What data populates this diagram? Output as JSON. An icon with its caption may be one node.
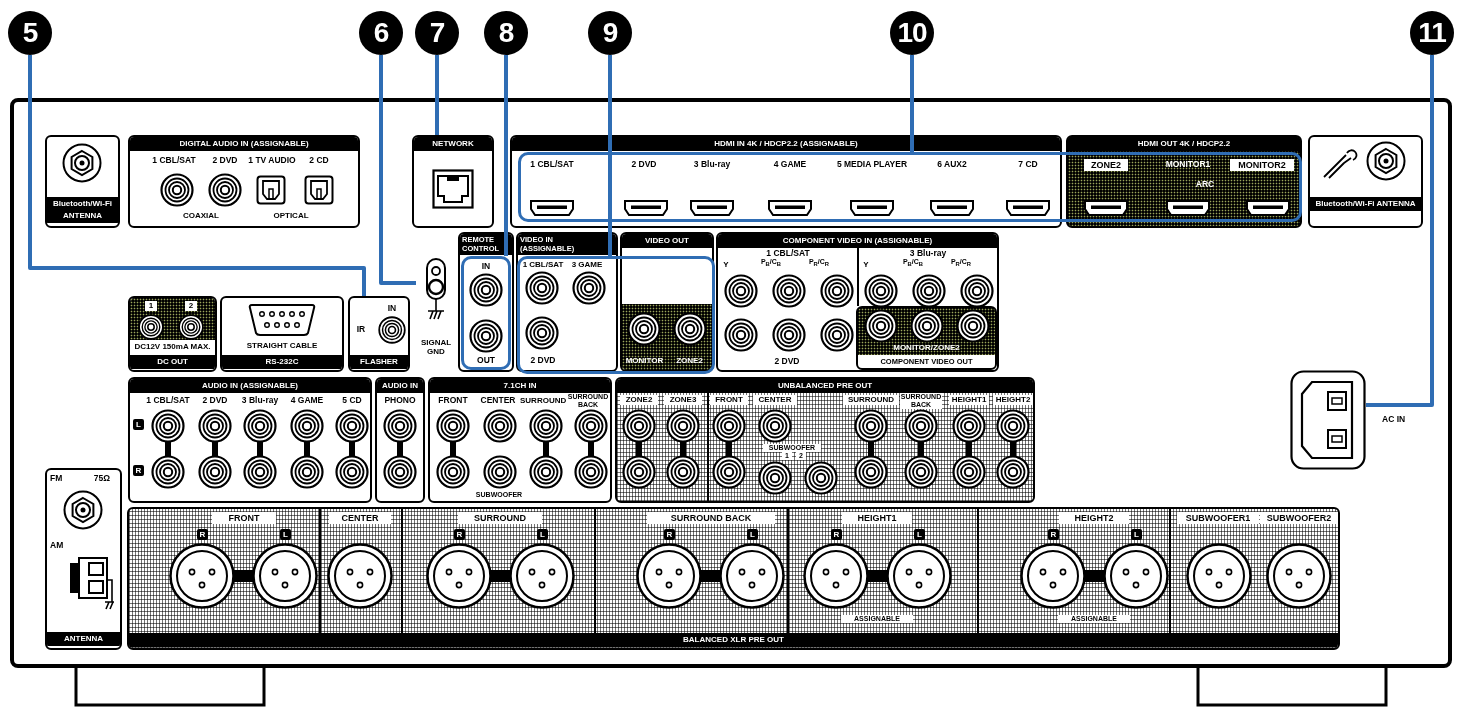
{
  "diagram": {
    "nodes": [
      {
        "text": [
          "5"
        ]
      },
      {
        "text": [
          "6"
        ]
      },
      {
        "text": [
          "7"
        ]
      },
      {
        "text": [
          "8"
        ]
      },
      {
        "text": [
          "9"
        ]
      },
      {
        "text": [
          "10"
        ]
      },
      {
        "text": [
          "11"
        ]
      },
      {
        "text": [
          "Bluetooth/Wi-Fi ANTENNA"
        ]
      },
      {
        "text": [
          "DIGITAL AUDIO IN (ASSIGNABLE)",
          "1 CBL/SAT",
          "2 DVD",
          "1 TV AUDIO",
          "2 CD",
          "COAXIAL",
          "OPTICAL"
        ]
      },
      {
        "text": [
          "NETWORK"
        ]
      },
      {
        "text": [
          "HDMI IN 4K / HDCP2.2 (ASSIGNABLE)",
          "1 CBL/SAT",
          "2 DVD",
          "3 Blu-ray",
          "4 GAME",
          "5 MEDIA PLAYER",
          "6 AUX2",
          "7 CD"
        ]
      },
      {
        "text": [
          "HDMI OUT 4K / HDCP2.2",
          "ZONE2",
          "MONITOR1",
          "MONITOR2",
          "ARC"
        ]
      },
      {
        "text": [],
        "shape": "box"
      },
      {
        "text": [
          "Bluetooth/Wi-Fi ANTENNA"
        ]
      },
      {
        "text": [
          "1",
          "2",
          "DC12V 150mA MAX.",
          "DC OUT"
        ]
      },
      {
        "text": [
          "STRAIGHT CABLE",
          "RS-232C"
        ]
      },
      {
        "text": [
          "IN",
          "IR",
          "FLASHER"
        ]
      },
      {
        "text": [
          "SIGNAL GND"
        ]
      },
      {
        "text": [
          "REMOTE CONTROL"
        ]
      },
      {
        "text": [
          "IN",
          "OUT"
        ],
        "in": 18
      },
      {
        "text": [
          "VIDEO IN (ASSIGNABLE)",
          "1 CBL/SAT",
          "3 GAME",
          "2 DVD"
        ]
      },
      {
        "text": [
          "VIDEO OUT",
          "MONITOR",
          "ZONE2"
        ]
      },
      {
        "text": [],
        "shape": "box"
      },
      {
        "text": [
          "COMPONENT VIDEO IN (ASSIGNABLE)",
          "1 CBL/SAT",
          "3 Blu-ray",
          "Y",
          "P$_{B}$/C$_{B}$",
          "P$_{R}$/C$_{R}$",
          "Y",
          "P$_{B}$/C$_{B}$",
          "P$_{R}$/C$_{R}$",
          "2 DVD"
        ]
      },
      {
        "text": [
          "MONITOR/ZONE2",
          "COMPONENT VIDEO OUT"
        ],
        "in": 23
      },
      {
        "text": [],
        "shape": "picture",
        "beside": [
          "AC IN"
        ]
      },
      {
        "text": [
          "AUDIO IN (ASSIGNABLE)",
          "1 CBL/SAT",
          "2 DVD",
          "3 Blu-ray",
          "4 GAME",
          "5 CD",
          "L",
          "R"
        ]
      },
      {
        "text": [
          "AUDIO IN",
          "PHONO"
        ]
      },
      {
        "text": [
          "7.1CH IN",
          "FRONT",
          "CENTER",
          "SURROUND",
          "SURROUND BACK",
          "SUBWOOFER"
        ]
      },
      {
        "text": [
          "UNBALANCED PRE OUT",
          "ZONE2",
          "ZONE3",
          "FRONT",
          "CENTER",
          "SURROUND",
          "SURROUND BACK",
          "HEIGHT1",
          "HEIGHT2",
          "SUBWOOFER",
          "1",
          "2"
        ]
      },
      {
        "text": [
          "FM",
          "75Ω",
          "AM",
          "ANTENNA"
        ]
      },
      {
        "text": [
          "FRONT",
          "R",
          "L",
          "CENTER",
          "SURROUND",
          "R",
          "L",
          "SURROUND BACK",
          "R",
          "L",
          "HEIGHT1",
          "R",
          "L",
          "ASSIGNABLE",
          "HEIGHT2",
          "R",
          "L",
          "ASSIGNABLE",
          "SUBWOOFER1",
          "SUBWOOFER2",
          "BALANCED XLR PRE OUT"
        ]
      }
    ],
    "edges": [
      {
        "from": 0,
        "to": 16,
        "arrow": "none"
      },
      {
        "from": 1,
        "to": 17,
        "arrow": "none"
      },
      {
        "from": 2,
        "to": 9,
        "arrow": "none"
      },
      {
        "from": 3,
        "to": 19,
        "arrow": "none"
      },
      {
        "from": 4,
        "to": 22,
        "arrow": "none"
      },
      {
        "from": 5,
        "to": 12,
        "arrow": "none"
      },
      {
        "from": 6,
        "to": 25,
        "arrow": "none"
      }
    ]
  }
}
